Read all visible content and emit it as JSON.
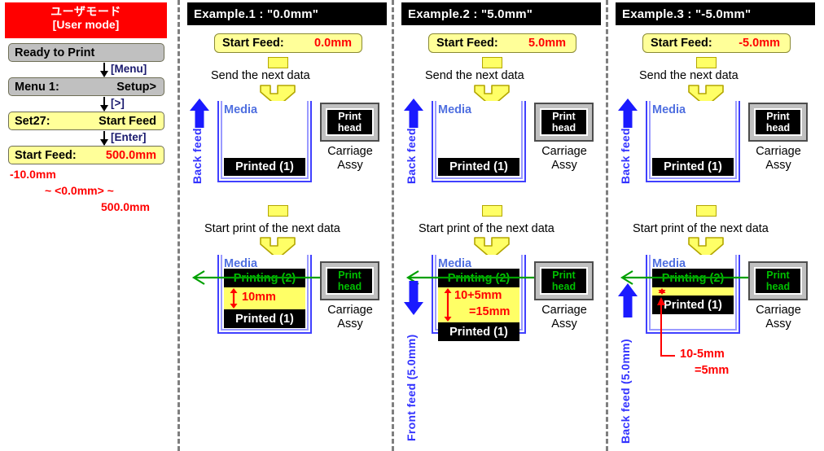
{
  "left_panel": {
    "banner": {
      "jp": "ユーザモード",
      "en": "[User mode]"
    },
    "steps": [
      {
        "name": "ready",
        "left": "Ready to Print",
        "right": "",
        "style": "gray",
        "key": "[Menu]"
      },
      {
        "name": "menu1",
        "left": "Menu 1:",
        "right": "Setup>",
        "style": "gray",
        "key": "[>]"
      },
      {
        "name": "set27",
        "left": "Set27:",
        "right": "Start Feed",
        "style": "yellow",
        "key": "[Enter]"
      },
      {
        "name": "startfeed",
        "left": "Start Feed:",
        "right": "500.0mm",
        "style": "yellow",
        "key": ""
      }
    ],
    "range": {
      "min": "-10.0mm",
      "default": "~ <0.0mm> ~",
      "max": "500.0mm"
    }
  },
  "common": {
    "feed_label": "Start Feed:",
    "send_next_data": "Send the next data",
    "start_print_next": "Start print of the next data",
    "media_label": "Media",
    "printed_label": "Printed (1)",
    "printing_label": "Printing (2)",
    "print_head_line1": "Print",
    "print_head_line2": "head",
    "carriage_line1": "Carriage",
    "carriage_line2": "Assy",
    "back_feed": "Back feed"
  },
  "colors": {
    "banner_bg": "#ff0000",
    "lcd_yellow": "#ffff99",
    "lcd_gray": "#c0c0c0",
    "media_border": "#4040ff",
    "printing_text": "#00c000",
    "value_red": "#ff0000",
    "feed_blue": "#3333ff",
    "header_bg": "#000000"
  },
  "examples": [
    {
      "id": "example-1",
      "title": "Example.1 : \"0.0mm\"",
      "feed_value": "0.0mm",
      "top_feed_dir_label": "Back feed",
      "bottom_feed_dir_label": "",
      "bottom_feed_dir": "none",
      "gap_text_line1": "10mm",
      "gap_text_line2": "",
      "callout_line1": "",
      "callout_line2": "",
      "gap_mm": 10
    },
    {
      "id": "example-2",
      "title": "Example.2 : \"5.0mm\"",
      "feed_value": "5.0mm",
      "top_feed_dir_label": "Back feed",
      "bottom_feed_dir_label": "Front feed (5.0mm)",
      "bottom_feed_dir": "down",
      "gap_text_line1": "10+5mm",
      "gap_text_line2": "=15mm",
      "callout_line1": "",
      "callout_line2": "",
      "gap_mm": 15
    },
    {
      "id": "example-3",
      "title": "Example.3 : \"-5.0mm\"",
      "feed_value": "-5.0mm",
      "top_feed_dir_label": "Back feed",
      "bottom_feed_dir_label": "Back feed (5.0mm)",
      "bottom_feed_dir": "up",
      "gap_text_line1": "",
      "gap_text_line2": "",
      "callout_line1": "10-5mm",
      "callout_line2": "=5mm",
      "gap_mm": 5
    }
  ]
}
